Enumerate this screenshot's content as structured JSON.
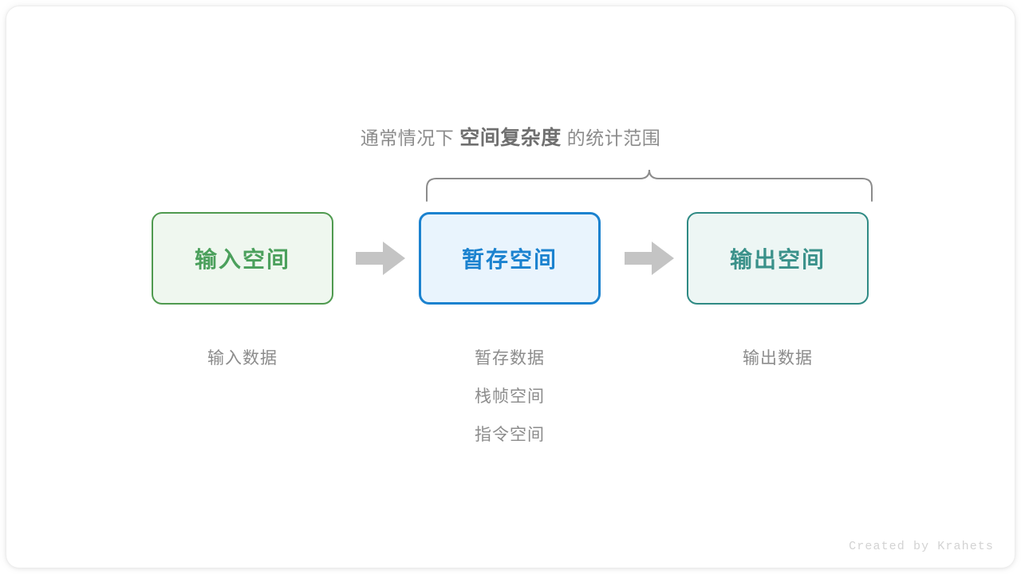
{
  "heading": {
    "prefix": "通常情况下",
    "emphasis": "空间复杂度",
    "suffix": "的统计范围"
  },
  "diagram": {
    "boxes": [
      {
        "label": "输入空间",
        "color": "#4ba05c",
        "fill": "#eff7ef",
        "border": "#4f9a4f"
      },
      {
        "label": "暂存空间",
        "color": "#1b82cf",
        "fill": "#e9f4fd",
        "border": "#1b82cf"
      },
      {
        "label": "输出空间",
        "color": "#3a918a",
        "fill": "#edf6f4",
        "border": "#2f8a84"
      }
    ],
    "arrows": [
      {
        "name": "arrow-input-to-temp",
        "color": "#c4c4c4"
      },
      {
        "name": "arrow-temp-to-output",
        "color": "#c4c4c4"
      }
    ],
    "brace": {
      "color": "#8c8c8c",
      "spans": [
        "暂存空间",
        "输出空间"
      ]
    },
    "captions": [
      {
        "lines": [
          "输入数据"
        ]
      },
      {
        "lines": [
          "暂存数据",
          "栈帧空间",
          "指令空间"
        ]
      },
      {
        "lines": [
          "输出数据"
        ]
      }
    ]
  },
  "credit": "Created by Krahets"
}
